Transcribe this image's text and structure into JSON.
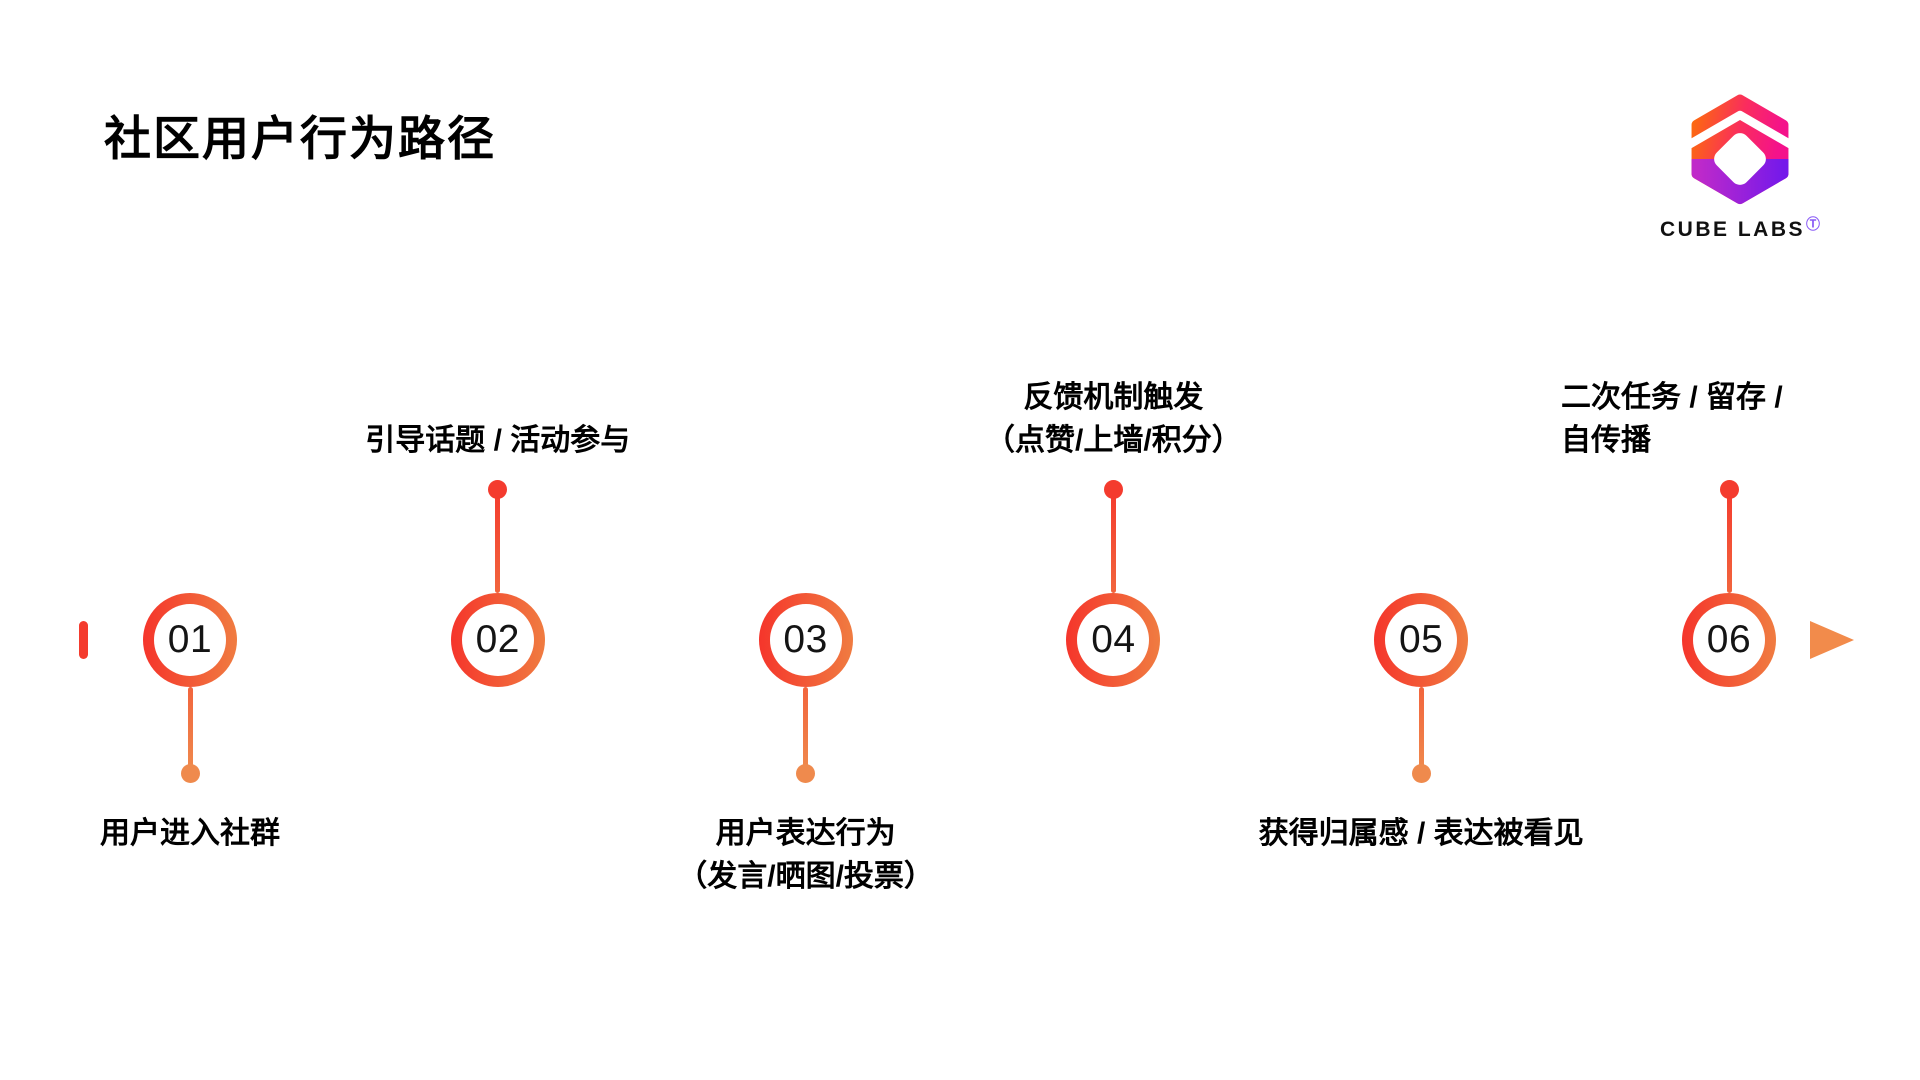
{
  "page": {
    "title": "社区用户行为路径",
    "background": "#FFFFFF"
  },
  "logo": {
    "brand": "CUBE LABS",
    "trademark": "Ⓣ",
    "mark": "hexagon-cube-icon"
  },
  "timeline": {
    "direction": "left-to-right",
    "colors": {
      "axis_start_red": "#F43B2E",
      "axis_end_orange": "#F28B4B",
      "ring_gradient_start": "#F5352B",
      "ring_gradient_end": "#F07C41",
      "dot_top": "#F43B2E",
      "dot_bottom": "#EF8A4D",
      "number_color": "#141414",
      "label_color": "#000000"
    },
    "nodes": [
      {
        "number": "01",
        "side": "below",
        "align": "center",
        "label_lines": [
          "用户进入社群"
        ]
      },
      {
        "number": "02",
        "side": "above",
        "align": "center",
        "label_lines": [
          "引导话题 / 活动参与"
        ]
      },
      {
        "number": "03",
        "side": "below",
        "align": "center",
        "label_lines": [
          "用户表达行为",
          "（发言/晒图/投票）"
        ]
      },
      {
        "number": "04",
        "side": "above",
        "align": "center",
        "label_lines": [
          "反馈机制触发",
          "（点赞/上墙/积分）"
        ]
      },
      {
        "number": "05",
        "side": "below",
        "align": "center",
        "label_lines": [
          "获得归属感 / 表达被看见"
        ]
      },
      {
        "number": "06",
        "side": "above",
        "align": "left",
        "label_lines": [
          "二次任务 / 留存 /",
          "自传播"
        ]
      }
    ]
  }
}
